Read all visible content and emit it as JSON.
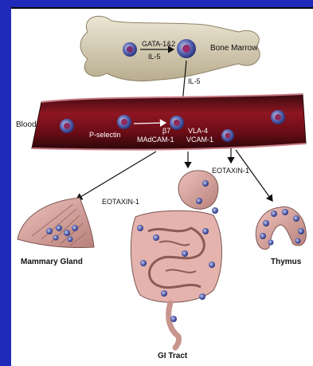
{
  "organs": {
    "bone_marrow": "Bone Marrow",
    "blood": "Blood",
    "mammary_gland": "Mammary Gland",
    "gi_tract": "GI Tract",
    "thymus": "Thymus"
  },
  "factors": {
    "gata": "GATA-1&2",
    "il5_marrow": "IL-5",
    "il5_exit": "IL-5",
    "p_selectin": "P-selectin",
    "beta7": "β7",
    "vla4": "VLA-4",
    "madcam": "MAdCAM-1",
    "vcam": "VCAM-1",
    "eotaxin_mammary": "EOTAXIN-1",
    "eotaxin_thymus": "EOTAXIN-1"
  },
  "colors": {
    "frame_blue": "#1f2bb8",
    "vessel_red": "#7a0d18",
    "bone": "#d8cfb8",
    "cell_blue": "#3a4aa0",
    "tissue_pink": "#d9a6a0"
  }
}
